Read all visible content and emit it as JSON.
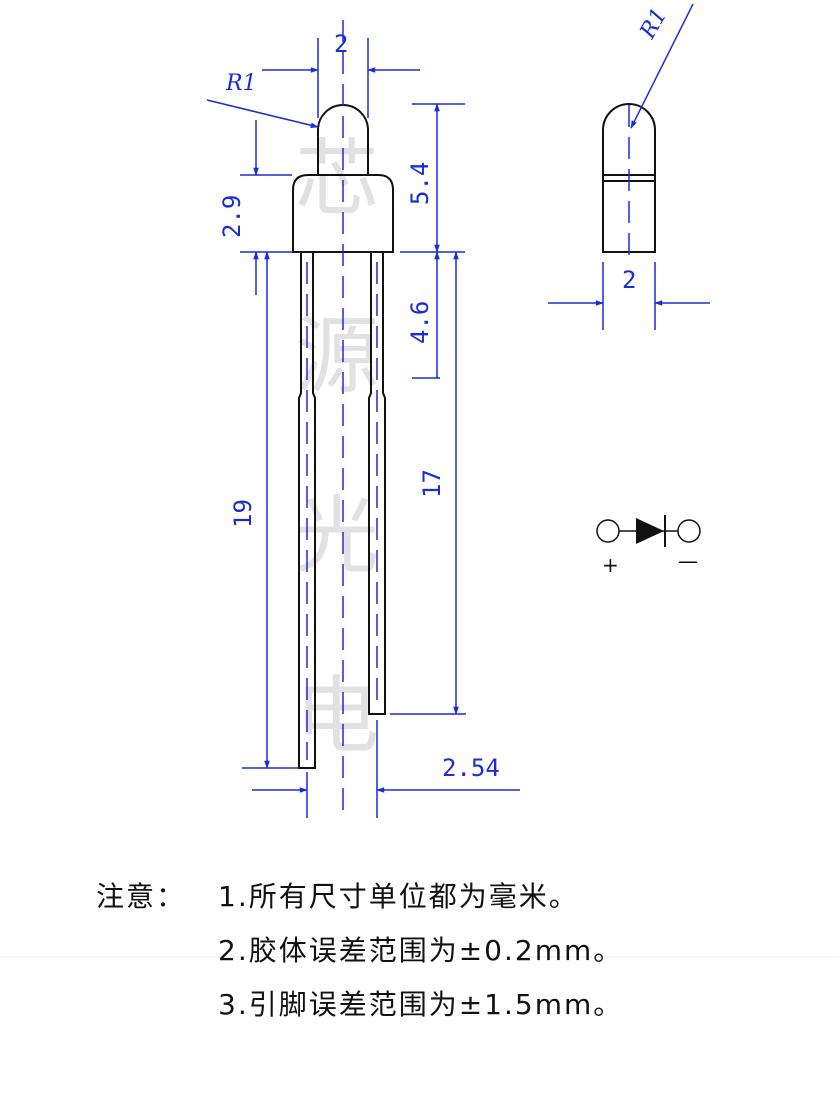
{
  "dimensions": {
    "lead_pitch": "2.54",
    "dome_width": "2",
    "side_width": "2",
    "dome_radius": "R1",
    "side_radius": "R1",
    "flange_height": "2.9",
    "body_height": "5.4",
    "shoulder_height": "4.6",
    "long_lead": "19",
    "short_lead": "17"
  },
  "watermark": [
    "芯",
    "源",
    "光",
    "电"
  ],
  "symbol": {
    "anode_sign": "+",
    "cathode_sign": "—"
  },
  "notes": {
    "label": "注意：",
    "items": [
      "1.所有尺寸单位都为毫米。",
      "2.胶体误差范围为±0.2mm。",
      "3.引脚误差范围为±1.5mm。"
    ]
  },
  "colors": {
    "dimension": "#1a2bd8",
    "outline": "#111111",
    "watermark": "#c9c9c9"
  }
}
